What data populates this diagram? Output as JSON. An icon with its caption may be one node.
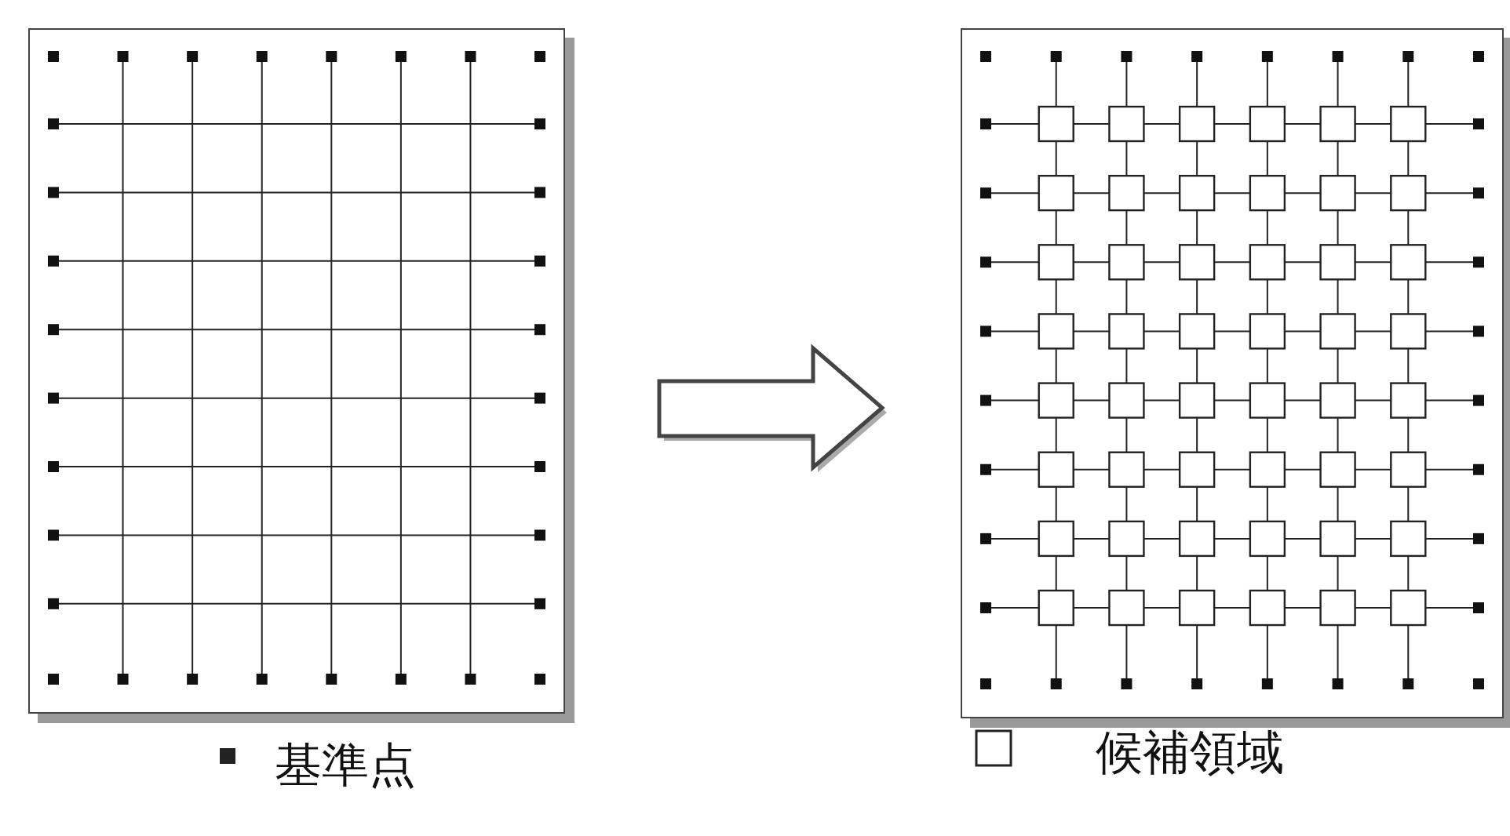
{
  "diagram": {
    "nodes": [
      {
        "text": [],
        "shape": "box"
      },
      {
        "text": [],
        "shape": "box"
      }
    ],
    "edges": [
      {
        "from": 0,
        "to": 1,
        "arrow": "to",
        "style": "thick"
      }
    ],
    "legend": [
      {
        "text": "基準点"
      },
      {
        "text": "候補領域"
      }
    ]
  }
}
